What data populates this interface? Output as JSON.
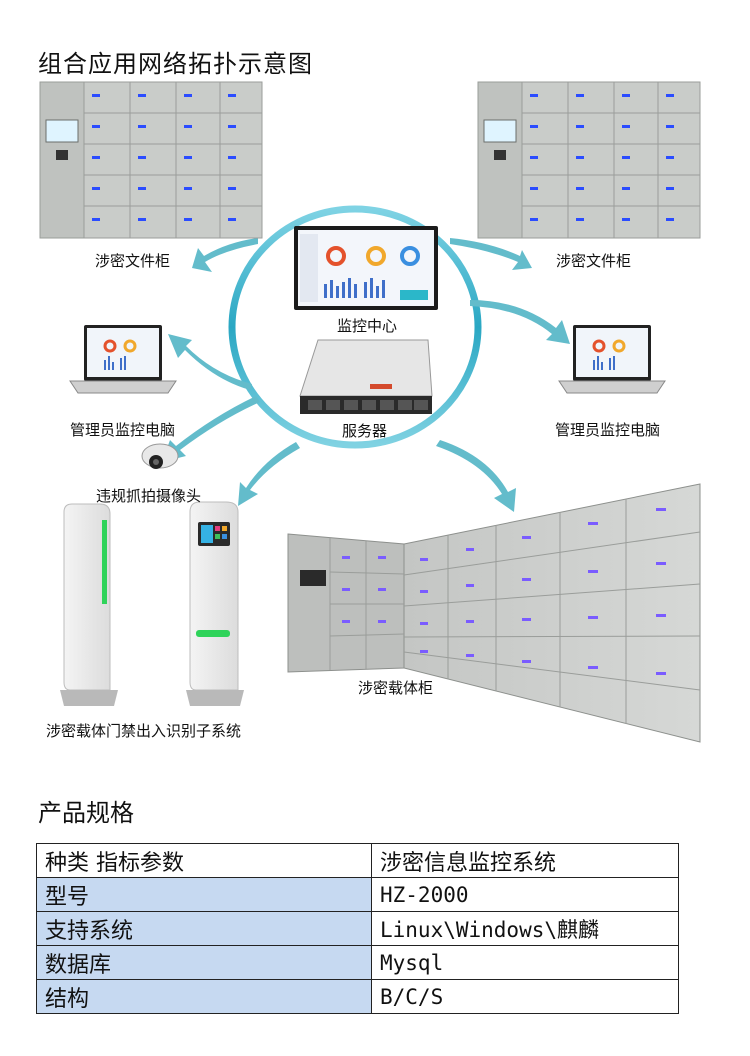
{
  "diagram": {
    "title": "组合应用网络拓扑示意图",
    "labels": {
      "cabinet_left": "涉密文件柜",
      "cabinet_right": "涉密文件柜",
      "monitor_center": "监控中心",
      "server": "服务器",
      "pc_left": "管理员监控电脑",
      "pc_right": "管理员监控电脑",
      "camera": "违规抓拍摄像头",
      "gate": "涉密载体门禁出入识别子系统",
      "carrier_cabinet": "涉密载体柜"
    },
    "colors": {
      "arrow": "#5bb6c6",
      "ring": "#2aa7c3",
      "cabinet": "#c9ccc9",
      "led": "#2b4cff",
      "gate_green": "#2fd35a"
    },
    "icons": [
      "file-cabinet-icon",
      "monitor-icon",
      "server-icon",
      "laptop-icon",
      "camera-icon",
      "gate-icon"
    ]
  },
  "specs": {
    "title": "产品规格",
    "rows": [
      {
        "key": "种类 指标参数",
        "value": "涉密信息监控系统"
      },
      {
        "key": "型号",
        "value": "HZ-2000"
      },
      {
        "key": "支持系统",
        "value": "Linux\\Windows\\麒麟"
      },
      {
        "key": "数据库",
        "value": "Mysql"
      },
      {
        "key": "结构",
        "value": "B/C/S"
      }
    ]
  }
}
